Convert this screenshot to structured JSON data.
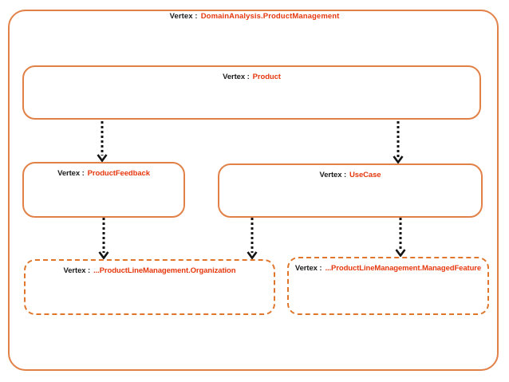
{
  "diagram": {
    "title": {
      "prefix": "Vertex :",
      "name": "DomainAnalysis.ProductManagement"
    },
    "colors": {
      "solid_border": "#e28147",
      "dashed_border": "#e0762b",
      "label_prefix_color": "#1a1a1a",
      "label_name_color": "#e6380e",
      "edge_color": "#141414",
      "background": "#ffffff"
    },
    "vertices": [
      {
        "id": "product",
        "prefix": "Vertex :",
        "name": "Product",
        "border_style": "solid"
      },
      {
        "id": "productfeedback",
        "prefix": "Vertex :",
        "name": "ProductFeedback",
        "border_style": "solid"
      },
      {
        "id": "usecase",
        "prefix": "Vertex :",
        "name": "UseCase",
        "border_style": "solid"
      },
      {
        "id": "organization",
        "prefix": "Vertex :",
        "name": "...ProductLineManagement.Organization",
        "border_style": "dashed"
      },
      {
        "id": "managedfeature",
        "prefix": "Vertex :",
        "name": "...ProductLineManagement.ManagedFeature",
        "border_style": "dashed"
      }
    ],
    "edges": [
      {
        "from": "Product",
        "to": "ProductFeedback",
        "style": "dotted-arrow"
      },
      {
        "from": "Product",
        "to": "UseCase",
        "style": "dotted-arrow"
      },
      {
        "from": "ProductFeedback",
        "to": "Organization",
        "style": "dotted-arrow"
      },
      {
        "from": "UseCase",
        "to": "Organization",
        "style": "dotted-arrow"
      },
      {
        "from": "UseCase",
        "to": "ManagedFeature",
        "style": "dotted-arrow"
      }
    ]
  }
}
